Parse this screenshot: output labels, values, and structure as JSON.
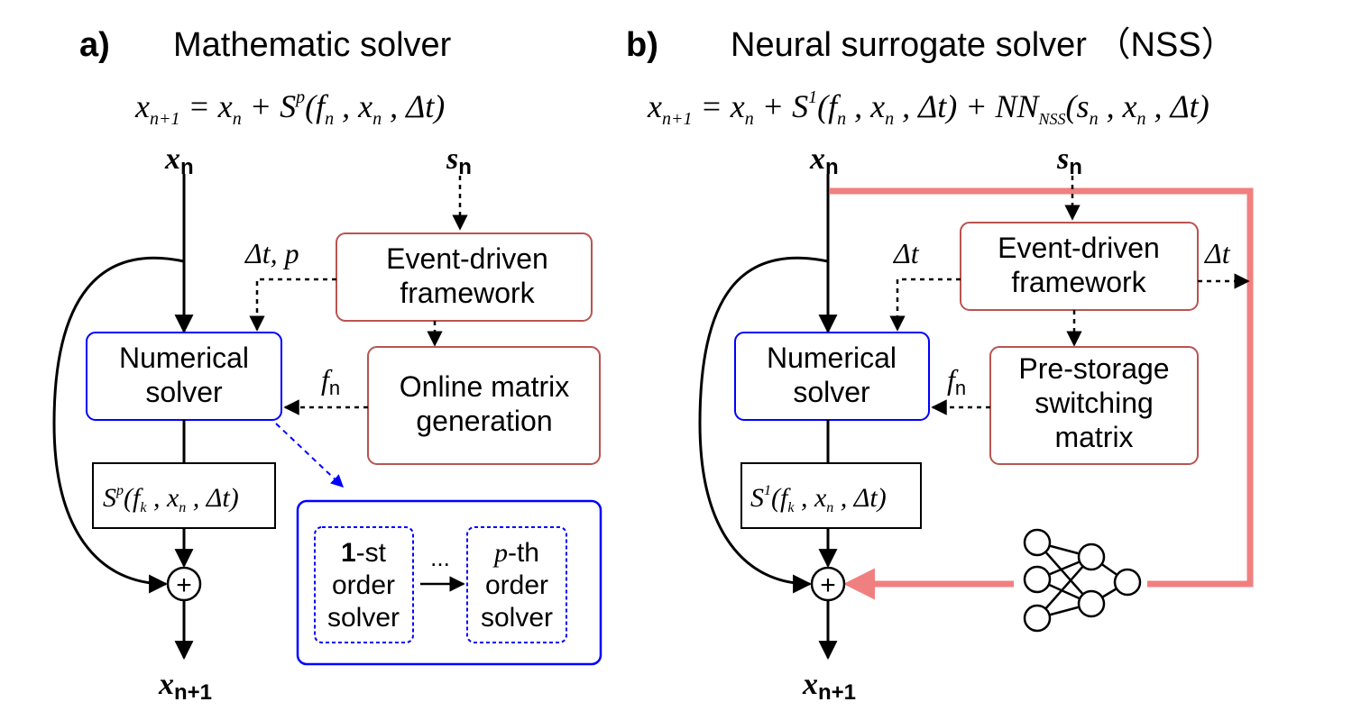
{
  "panel_a": {
    "tag": "a)",
    "title": "Mathematic solver",
    "equation": {
      "lhs": "x",
      "lhs_sub": "n+1",
      "eq": " = ",
      "x": "x",
      "x_sub": "n",
      "plus": " + ",
      "S": "S",
      "S_sup": "p",
      "args_open": "(",
      "f": "f",
      "f_sub": "n",
      "comma1": " , ",
      "x2": "x",
      "x2_sub": "n",
      "comma2": " , ",
      "dt": "Δt",
      "args_close": ")"
    },
    "input_x": {
      "main": "x",
      "sub": "n"
    },
    "input_s": {
      "main": "s",
      "sub": "n"
    },
    "dt_p_label": "Δt, p",
    "event_box": [
      "Event-driven",
      "framework"
    ],
    "numerical_box": [
      "Numerical",
      "solver"
    ],
    "online_box": [
      "Online matrix",
      "generation"
    ],
    "fn_label": {
      "main": "f",
      "sub": "n"
    },
    "s_box": {
      "S": "S",
      "sup": "p",
      "open": "(",
      "f": "f",
      "f_sub": "k",
      "c1": " , ",
      "x": "x",
      "x_sub": "n",
      "c2": " , ",
      "dt": "Δt",
      "close": ")"
    },
    "plus_symbol": "+",
    "output_x": {
      "main": "x",
      "sub": "n+1"
    },
    "detail": {
      "first": {
        "bold": "1",
        "rest": "-st",
        "l2": "order",
        "l3": "solver"
      },
      "dots": "...",
      "pth": {
        "ital": "p",
        "rest": "-th",
        "l2": "order",
        "l3": "solver"
      }
    }
  },
  "panel_b": {
    "tag": "b)",
    "title": "Neural  surrogate solver （NSS）",
    "equation": {
      "lhs": "x",
      "lhs_sub": "n+1",
      "eq": " = ",
      "x": "x",
      "x_sub": "n",
      "plus": " + ",
      "S": "S",
      "S_sup": "1",
      "args1": "(",
      "f": "f",
      "f_sub": "n",
      "c1": " , ",
      "x2": "x",
      "x2_sub": "n",
      "c2": " , ",
      "dt": "Δt",
      "close1": ")",
      "plus2": " + ",
      "NN": "NN",
      "NN_sub": "NSS",
      "args2": "(",
      "s": "s",
      "s_sub": "n",
      "c3": " , ",
      "x3": "x",
      "x3_sub": "n",
      "c4": " , ",
      "dt2": "Δt",
      "close2": ")"
    },
    "input_x": {
      "main": "x",
      "sub": "n"
    },
    "input_s": {
      "main": "s",
      "sub": "n"
    },
    "dt_left": "Δt",
    "dt_right": "Δt",
    "event_box": [
      "Event-driven",
      "framework"
    ],
    "numerical_box": [
      "Numerical",
      "solver"
    ],
    "prestorage_box": [
      "Pre-storage",
      "switching",
      "matrix"
    ],
    "fn_label": {
      "main": "f",
      "sub": "n"
    },
    "s_box": {
      "S": "S",
      "sup": "1",
      "open": "(",
      "f": "f",
      "f_sub": "k",
      "c1": " , ",
      "x": "x",
      "x_sub": "n",
      "c2": " , ",
      "dt": "Δt",
      "close": ")"
    },
    "plus_symbol": "+",
    "output_x": {
      "main": "x",
      "sub": "n+1"
    }
  },
  "colors": {
    "red_box": "#b85450",
    "blue_box": "#0000ff",
    "nn_path": "#f08080",
    "dashed_blue": "#0000ff"
  }
}
